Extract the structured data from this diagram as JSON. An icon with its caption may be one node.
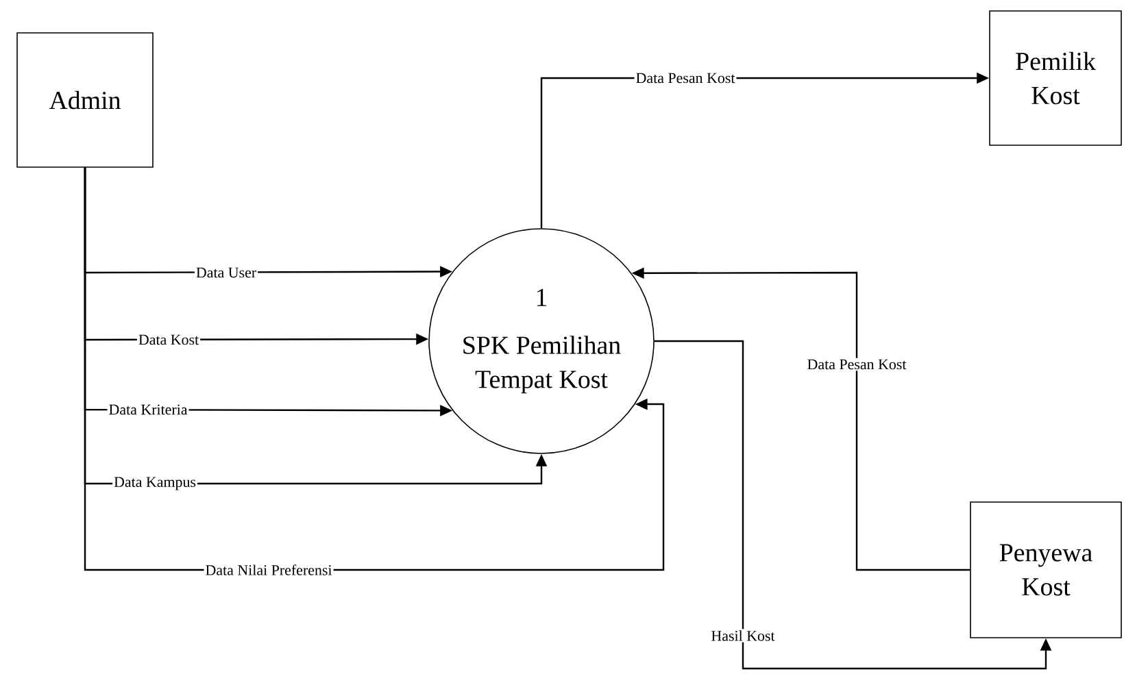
{
  "diagram": {
    "nodes": [
      {
        "text": [
          "Admin"
        ]
      },
      {
        "text": [
          "1",
          "SPK Pemilihan Tempat Kost"
        ]
      },
      {
        "text": [
          "Pemilik Kost"
        ]
      },
      {
        "text": [
          "Penyewa Kost"
        ]
      }
    ],
    "edges": [
      {
        "from": 0,
        "to": 1,
        "arrow": "to",
        "label": "Data User"
      },
      {
        "from": 0,
        "to": 1,
        "arrow": "to",
        "label": "Data Kost"
      },
      {
        "from": 0,
        "to": 1,
        "arrow": "to",
        "label": "Data Kriteria"
      },
      {
        "from": 0,
        "to": 1,
        "arrow": "to",
        "label": "Data Kampus"
      },
      {
        "from": 0,
        "to": 1,
        "arrow": "to",
        "label": "Data Nilai Preferensi"
      },
      {
        "from": 1,
        "to": 2,
        "arrow": "to",
        "label": "Data Pesan Kost"
      },
      {
        "from": 3,
        "to": 1,
        "arrow": "to",
        "label": "Data Pesan Kost"
      },
      {
        "from": 1,
        "to": 3,
        "arrow": "to",
        "label": "Hasil Kost"
      }
    ]
  }
}
